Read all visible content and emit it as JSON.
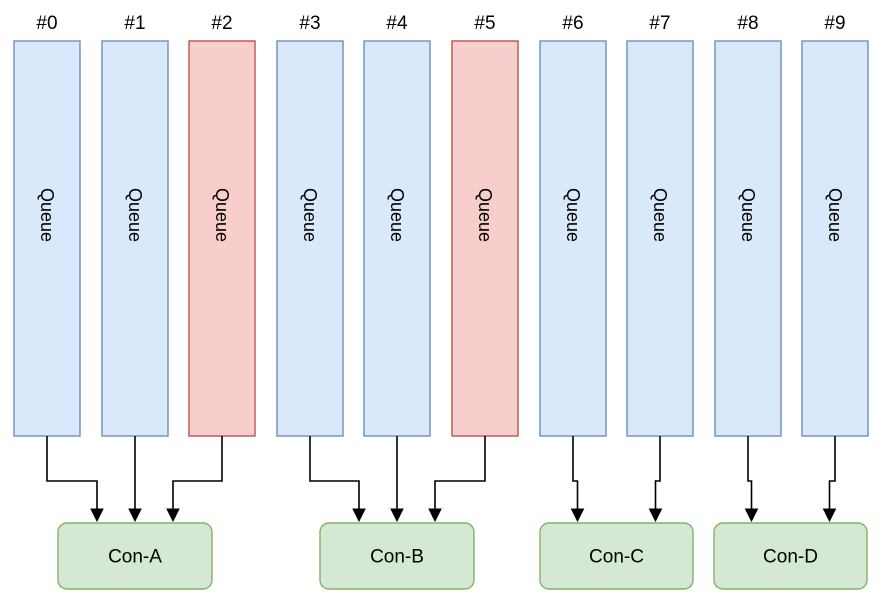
{
  "diagram": {
    "queues": [
      {
        "id": "#0",
        "label": "Queue",
        "consumer": "Con-A",
        "style": "normal"
      },
      {
        "id": "#1",
        "label": "Queue",
        "consumer": "Con-A",
        "style": "normal"
      },
      {
        "id": "#2",
        "label": "Queue",
        "consumer": "Con-A",
        "style": "highlight"
      },
      {
        "id": "#3",
        "label": "Queue",
        "consumer": "Con-B",
        "style": "normal"
      },
      {
        "id": "#4",
        "label": "Queue",
        "consumer": "Con-B",
        "style": "normal"
      },
      {
        "id": "#5",
        "label": "Queue",
        "consumer": "Con-B",
        "style": "highlight"
      },
      {
        "id": "#6",
        "label": "Queue",
        "consumer": "Con-C",
        "style": "normal"
      },
      {
        "id": "#7",
        "label": "Queue",
        "consumer": "Con-C",
        "style": "normal"
      },
      {
        "id": "#8",
        "label": "Queue",
        "consumer": "Con-D",
        "style": "normal"
      },
      {
        "id": "#9",
        "label": "Queue",
        "consumer": "Con-D",
        "style": "normal"
      }
    ],
    "consumers": [
      {
        "label": "Con-A"
      },
      {
        "label": "Con-B"
      },
      {
        "label": "Con-C"
      },
      {
        "label": "Con-D"
      }
    ],
    "colors": {
      "queue_fill": "#dae8fc",
      "queue_stroke": "#6c8ebf",
      "highlight_fill": "#f8cecc",
      "highlight_stroke": "#b85450",
      "consumer_fill": "#d5e8d4",
      "consumer_stroke": "#82b366",
      "edge": "#000000"
    }
  }
}
